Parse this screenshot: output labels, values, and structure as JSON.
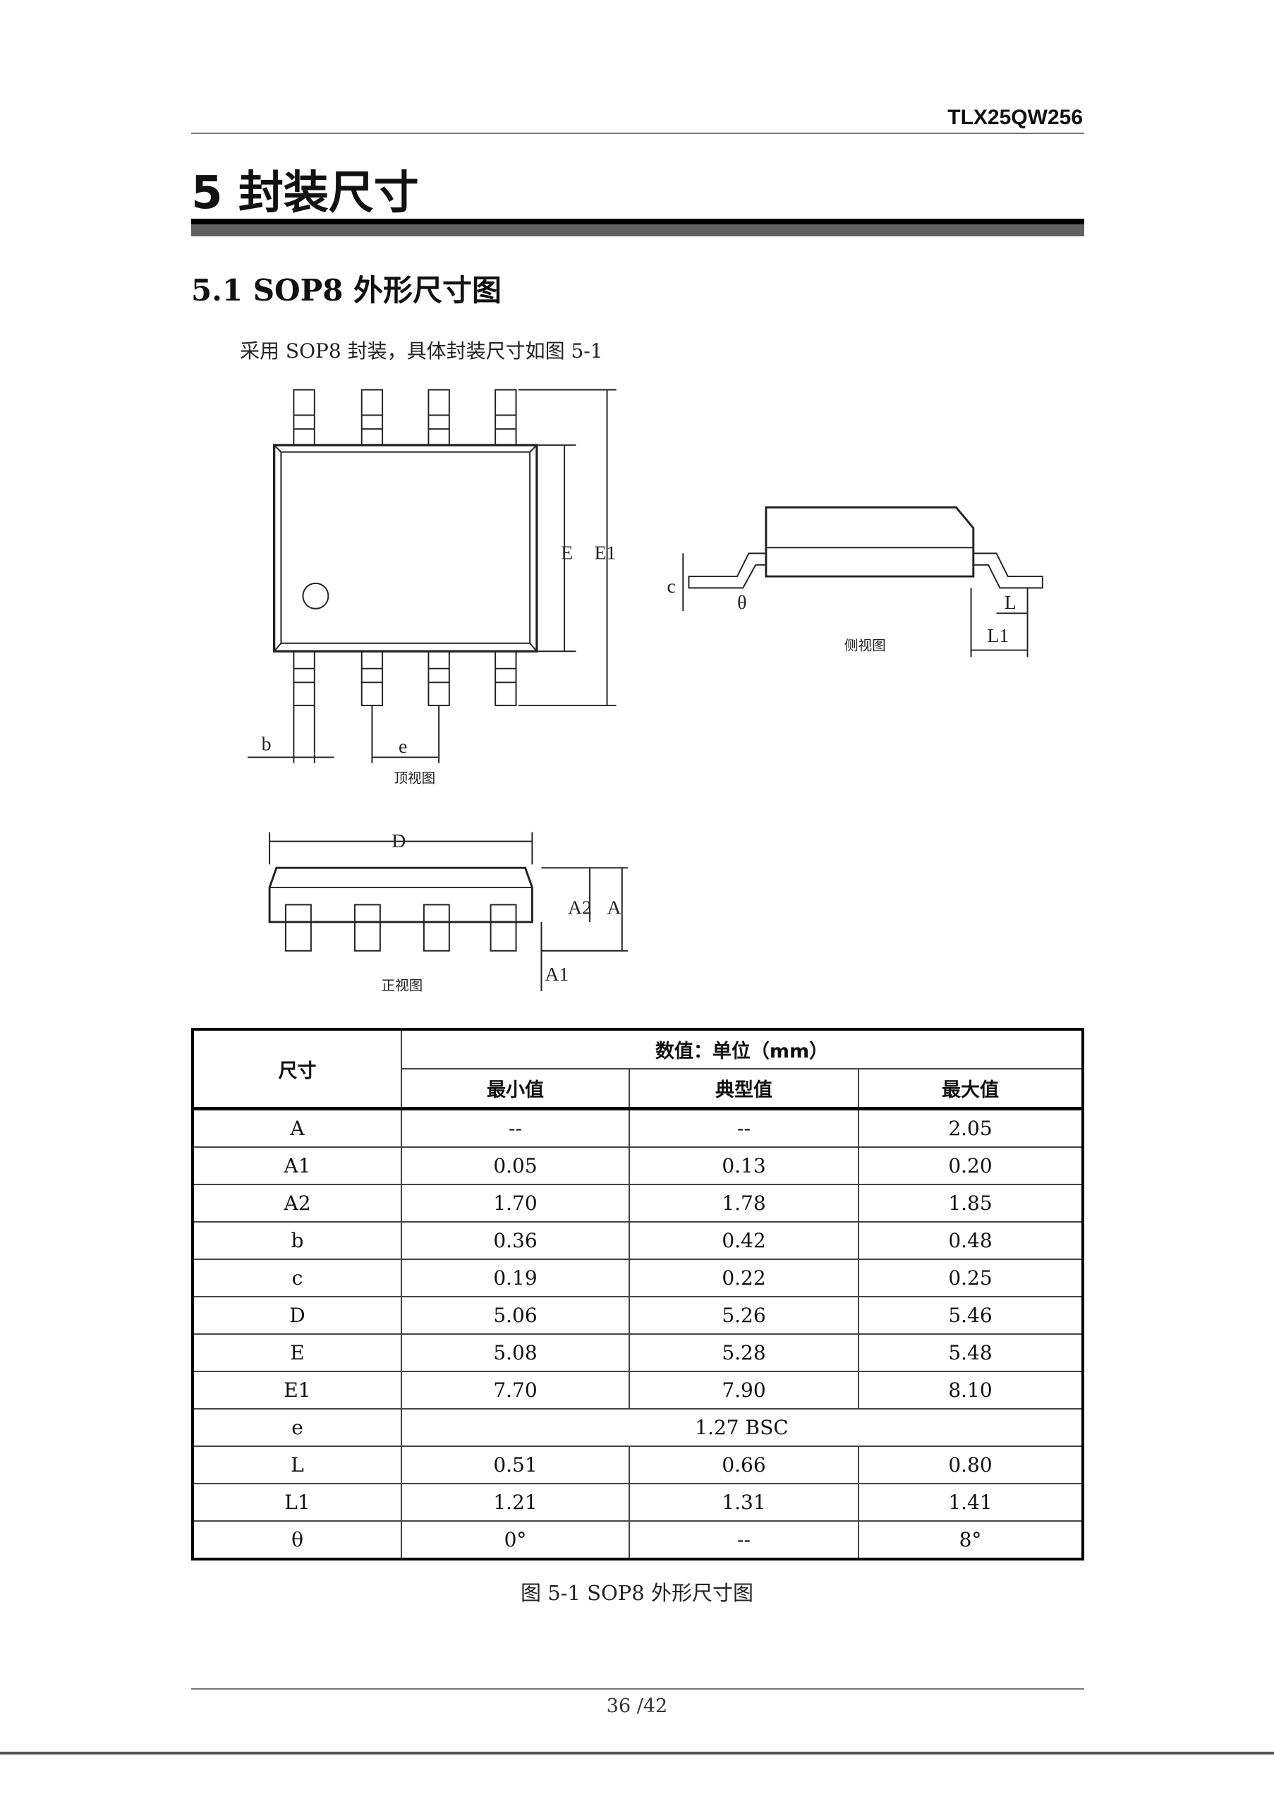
{
  "header": {
    "doc_code": "TLX25QW256"
  },
  "section": {
    "title": "5 封装尺寸",
    "subtitle": "5.1 SOP8 外形尺寸图",
    "intro": "采用 SOP8 封装，具体封装尺寸如图 5-1"
  },
  "diagram": {
    "top_view": {
      "caption": "顶视图",
      "labels": {
        "E": "E",
        "E1": "E1",
        "b": "b",
        "e": "e"
      }
    },
    "side_view": {
      "caption": "侧视图",
      "labels": {
        "c": "c",
        "theta": "θ",
        "L": "L",
        "L1": "L1"
      }
    },
    "front_view": {
      "caption": "正视图",
      "labels": {
        "D": "D",
        "A2": "A2",
        "A": "A",
        "A1": "A1"
      }
    }
  },
  "table": {
    "dim_header": "尺寸",
    "group_header": "数值：单位（mm）",
    "columns": [
      "最小值",
      "典型值",
      "最大值"
    ],
    "rows": [
      {
        "dim": "A",
        "min": "--",
        "typ": "--",
        "max": "2.05"
      },
      {
        "dim": "A1",
        "min": "0.05",
        "typ": "0.13",
        "max": "0.20"
      },
      {
        "dim": "A2",
        "min": "1.70",
        "typ": "1.78",
        "max": "1.85"
      },
      {
        "dim": "b",
        "min": "0.36",
        "typ": "0.42",
        "max": "0.48"
      },
      {
        "dim": "c",
        "min": "0.19",
        "typ": "0.22",
        "max": "0.25"
      },
      {
        "dim": "D",
        "min": "5.06",
        "typ": "5.26",
        "max": "5.46"
      },
      {
        "dim": "E",
        "min": "5.08",
        "typ": "5.28",
        "max": "5.48"
      },
      {
        "dim": "E1",
        "min": "7.70",
        "typ": "7.90",
        "max": "8.10"
      },
      {
        "dim": "e",
        "span": "1.27 BSC"
      },
      {
        "dim": "L",
        "min": "0.51",
        "typ": "0.66",
        "max": "0.80"
      },
      {
        "dim": "L1",
        "min": "1.21",
        "typ": "1.31",
        "max": "1.41"
      },
      {
        "dim": "θ",
        "min": "0°",
        "typ": "--",
        "max": "8°"
      }
    ]
  },
  "caption": "图 5-1 SOP8 外形尺寸图",
  "footer": {
    "page": "36 /42"
  }
}
